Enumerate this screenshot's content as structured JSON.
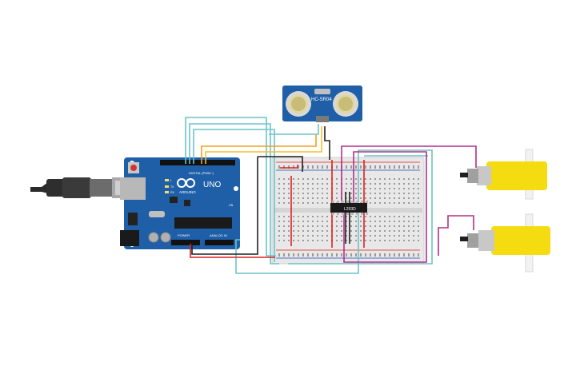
{
  "arduino": {
    "brand": "UNO",
    "logo_text": "ARDUINO",
    "digital_label": "DIGITAL (PWM~)",
    "power_label": "POWER",
    "analog_label": "ANALOG IN",
    "led_tx": "TX",
    "led_rx": "RX",
    "led_l": "L",
    "led_on": "ON"
  },
  "sensor": {
    "label": "HC-SR04"
  },
  "driver": {
    "label": "L293D"
  },
  "colors": {
    "board": "#1f5fa8",
    "breadboard": "#e8e8e8",
    "wire_cyan": "#6cc3c8",
    "wire_magenta": "#b0308a",
    "wire_orange": "#f0a020",
    "wire_red": "#e02020",
    "wire_black": "#202020",
    "motor_yellow": "#f5dc10"
  }
}
